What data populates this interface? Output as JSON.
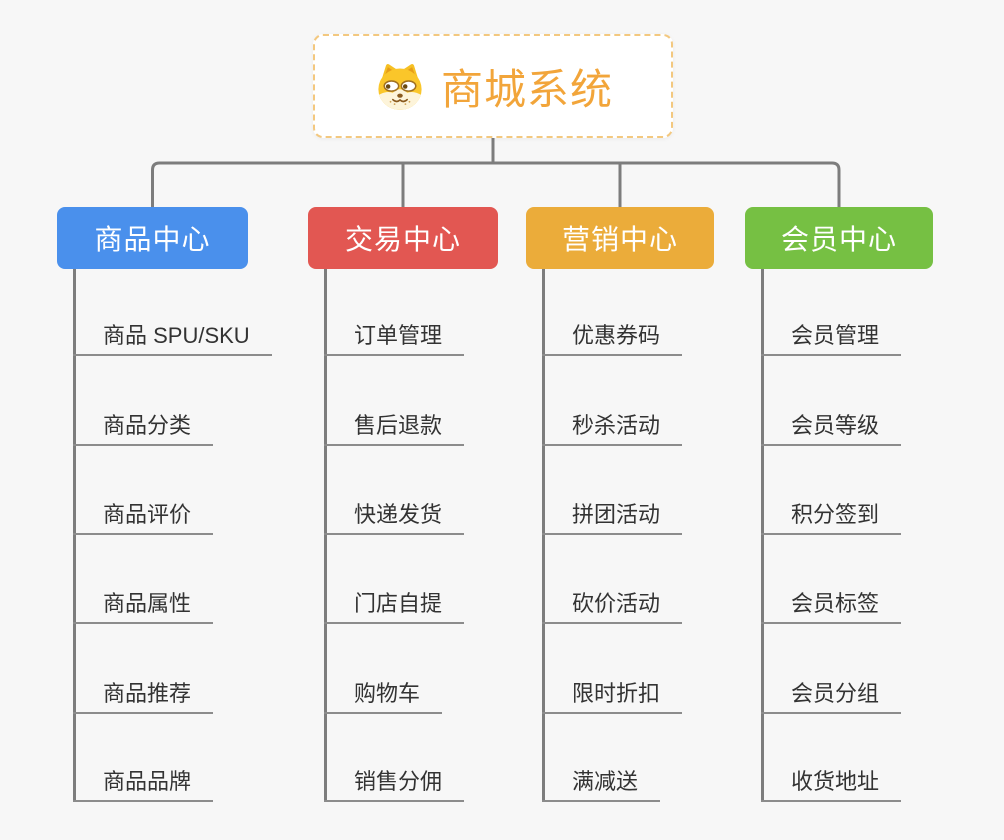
{
  "canvas": {
    "background": "#f7f7f7",
    "connector_color": "#7d7d7d",
    "underline_color": "#8c8c8c",
    "item_text_color": "#333333"
  },
  "root": {
    "title": "商城系统",
    "icon": "doge-dog-icon",
    "text_color": "#f2a53a",
    "border_color": "#f3c87f",
    "background": "#ffffff"
  },
  "branches": [
    {
      "label": "商品中心",
      "color": "#4a90ec",
      "items": [
        "商品 SPU/SKU",
        "商品分类",
        "商品评价",
        "商品属性",
        "商品推荐",
        "商品品牌"
      ]
    },
    {
      "label": "交易中心",
      "color": "#e25752",
      "items": [
        "订单管理",
        "售后退款",
        "快递发货",
        "门店自提",
        "购物车",
        "销售分佣"
      ]
    },
    {
      "label": "营销中心",
      "color": "#ebac3a",
      "items": [
        "优惠券码",
        "秒杀活动",
        "拼团活动",
        "砍价活动",
        "限时折扣",
        "满减送"
      ]
    },
    {
      "label": "会员中心",
      "color": "#76c043",
      "items": [
        "会员管理",
        "会员等级",
        "积分签到",
        "会员标签",
        "会员分组",
        "收货地址"
      ]
    }
  ]
}
